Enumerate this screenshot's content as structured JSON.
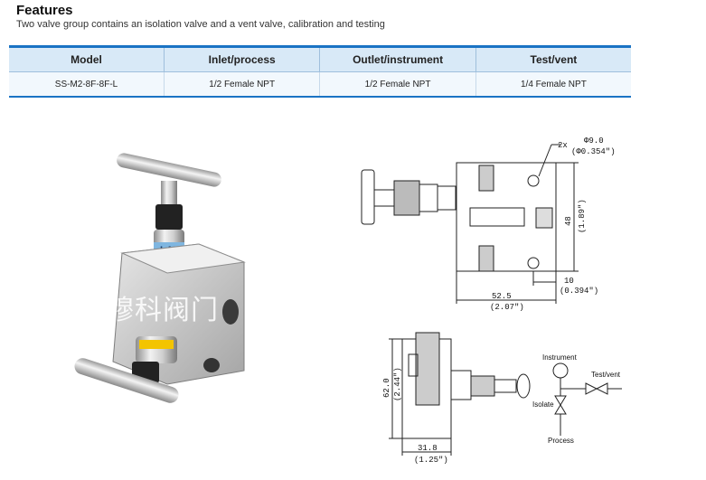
{
  "header": {
    "title": "Features",
    "subtitle": "Two valve group contains an isolation valve and a vent valve, calibration and testing"
  },
  "table": {
    "columns": [
      "Model",
      "Inlet/process",
      "Outlet/instrument",
      "Test/vent"
    ],
    "rows": [
      [
        "SS-M2-8F-8F-L",
        "1/2 Female NPT",
        "1/2 Female NPT",
        "1/4 Female NPT"
      ]
    ]
  },
  "photo": {
    "label_text": "LA",
    "watermark": "穆科阀门",
    "accent_color": "#f3c400"
  },
  "drawing": {
    "hole_label": "2x",
    "hole_dia_mm": "Φ9.0",
    "hole_dia_in": "(Φ0.354\")",
    "height_mm": "48",
    "height_in": "(1.89\")",
    "offset_mm": "10",
    "offset_in": "(0.394\")",
    "width_mm": "52.5",
    "width_in": "(2.07\")",
    "side_height_mm": "62.0",
    "side_height_in": "(2.44\")",
    "side_width_mm": "31.8",
    "side_width_in": "(1.25\")"
  },
  "schematic": {
    "instrument": "Instrument",
    "test_vent": "Test/vent",
    "isolate": "Isolate",
    "process": "Process"
  }
}
